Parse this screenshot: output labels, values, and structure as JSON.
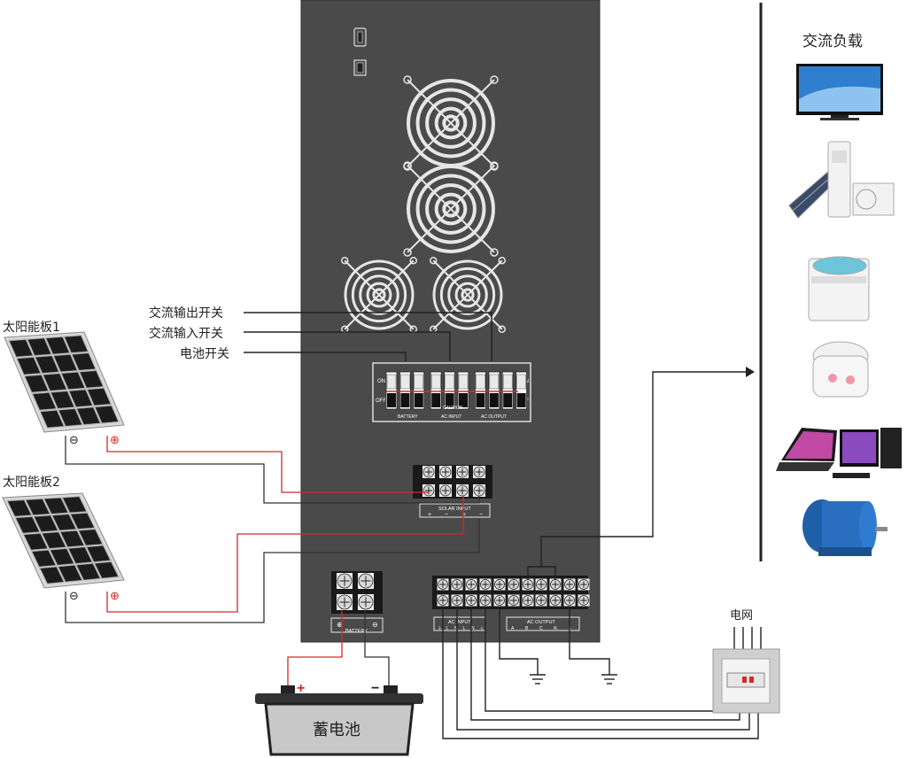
{
  "labels": {
    "solar_panel_1": "太阳能板1",
    "solar_panel_2": "太阳能板2",
    "ac_output_switch": "交流输出开关",
    "ac_input_switch": "交流输入开关",
    "battery_switch": "电池开关",
    "ac_load": "交流负载",
    "grid": "电网",
    "battery": "蓄电池"
  },
  "panel_text": {
    "on_left": "ON",
    "off_left": "OFF",
    "on_right": "ON",
    "off_right": "OFF",
    "battery": "BATTERY",
    "caution": "CAUTION",
    "ac_input": "AC INPUT",
    "ac_output": "AC OUTPUT",
    "solar_input": "SOLAR INPUT",
    "battery_term": "BATTERY",
    "ac_input_term": "AC INPUT",
    "ac_output_term": "AC OUTPUT"
  },
  "terminal_marks": {
    "solar": [
      "+",
      "−",
      "+",
      "−"
    ],
    "ac_input": [
      "⏚",
      "L",
      "N",
      "L",
      "N",
      "⏚"
    ],
    "ac_output": [
      "A",
      "B",
      "C",
      "N",
      "⏚"
    ]
  },
  "polarity": {
    "plus": "+",
    "minus": "−",
    "plus_circled": "⊕",
    "minus_circled": "⊖"
  },
  "colors": {
    "inverter_body": "#4a4a4a",
    "positive_wire": "#d42a2a",
    "negative_wire": "#333333",
    "terminal": "#e8e8e8"
  },
  "load_icons": [
    "tv-icon",
    "air-conditioner-icon",
    "washing-machine-icon",
    "rice-cooker-icon",
    "computer-icon",
    "motor-icon"
  ]
}
